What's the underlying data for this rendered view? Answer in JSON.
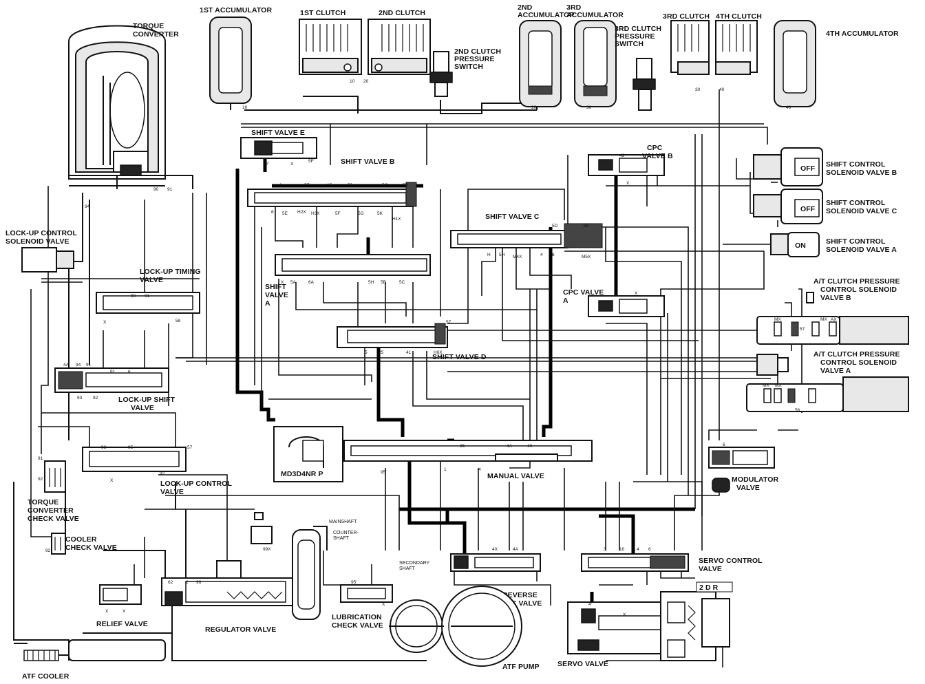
{
  "labels": {
    "torque_converter": [
      "TORQUE",
      "CONVERTER"
    ],
    "first_accumulator": "1ST ACCUMULATOR",
    "first_clutch": "1ST CLUTCH",
    "second_clutch": "2ND CLUTCH",
    "second_clutch_pressure_switch": [
      "2ND CLUTCH",
      "PRESSURE",
      "SWITCH"
    ],
    "second_accumulator": [
      "2ND",
      "ACCUMULATOR"
    ],
    "third_accumulator": [
      "3RD",
      "ACCUMULATOR"
    ],
    "third_clutch_pressure_switch": [
      "3RD CLUTCH",
      "PRESSURE",
      "SWITCH"
    ],
    "third_clutch": "3RD CLUTCH",
    "fourth_clutch": "4TH CLUTCH",
    "fourth_accumulator": "4TH ACCUMULATOR",
    "shift_valve_e": "SHIFT VALVE E",
    "shift_valve_b": "SHIFT VALVE B",
    "cpc_valve_b": [
      "CPC",
      "VALVE B"
    ],
    "shift_control_solenoid_b": [
      "SHIFT CONTROL",
      "SOLENOID VALVE B"
    ],
    "shift_control_solenoid_c": [
      "SHIFT CONTROL",
      "SOLENOID VALVE C"
    ],
    "shift_control_solenoid_a": [
      "SHIFT CONTROL",
      "SOLENOID VALVE A"
    ],
    "shift_valve_c": "SHIFT VALVE C",
    "lockup_control_solenoid": [
      "LOCK-UP CONTROL",
      "SOLENOID VALVE"
    ],
    "lockup_timing_valve": [
      "LOCK-UP TIMING",
      "VALVE"
    ],
    "shift_valve_a": [
      "SHIFT",
      "VALVE",
      "A"
    ],
    "cpc_valve_a": [
      "CPC VALVE",
      "A"
    ],
    "at_clutch_solenoid_b": [
      "A/T CLUTCH PRESSURE",
      "CONTROL SOLENOID",
      "VALVE B"
    ],
    "at_clutch_solenoid_a": [
      "A/T CLUTCH PRESSURE",
      "CONTROL SOLENOID",
      "VALVE A"
    ],
    "shift_valve_d": "SHIFT VALVE D",
    "lockup_shift_valve": [
      "LOCK-UP SHIFT",
      "VALVE"
    ],
    "manual_valve": "MANUAL VALVE",
    "modulator_valve": [
      "MODULATOR",
      "VALVE"
    ],
    "lockup_control_valve": [
      "LOCK-UP CONTROL",
      "VALVE"
    ],
    "torque_converter_check_valve": [
      "TORQUE",
      "CONVERTER",
      "CHECK VALVE"
    ],
    "cooler_check_valve": [
      "COOLER",
      "CHECK VALVE"
    ],
    "mainshaft": "MAINSHAFT",
    "countershaft": [
      "COUNTER-",
      "SHAFT"
    ],
    "secondary_shaft": [
      "SECONDARY",
      "SHAFT"
    ],
    "servo_control_valve": [
      "SERVO CONTROL",
      "VALVE"
    ],
    "reverse_cpc_valve": [
      "REVERSE",
      "CPC VALVE"
    ],
    "relief_valve": "RELIEF VALVE",
    "regulator_valve": "REGULATOR VALVE",
    "lubrication_check_valve": [
      "LUBRICATION",
      "CHECK VALVE"
    ],
    "atf_pump": "ATF PUMP",
    "servo_valve": "SERVO VALVE",
    "atf_cooler": "ATF COOLER"
  },
  "solenoid_states": {
    "b": "OFF",
    "c": "OFF",
    "a": "ON"
  },
  "gear_indicator": "MD3D4NR P",
  "servo_indicator": "2 D R",
  "port_codes": {
    "accumulator_1": "10",
    "accumulator_2": "20",
    "accumulator_3": "30",
    "accumulator_4": "40",
    "clutch_1": "10",
    "clutch_2": "20",
    "clutch_3": "30",
    "clutch_4": "40",
    "tc_90": "90",
    "tc_91": "91",
    "tc_94": "94",
    "sve_5e": "5E'",
    "sve_x": "X",
    "sve_5f": "5F'",
    "svb_4": "4",
    "svb_5e": "5E",
    "svb_5f": "5F",
    "svb_5g": "5G",
    "svb_5b": "5B",
    "svb_h2x": "H2X",
    "svb_h3x": "H3X",
    "svb_h1x": "H1X",
    "svb_5c": "5C",
    "svb_5a": "5A",
    "svb_5k": "5K",
    "svb_15": "15",
    "svb_50": "50",
    "svb_6": "6",
    "svc_h": "H",
    "svc_5h": "5H",
    "svc_m4x": "M4X",
    "svc_5d": "5D",
    "svc_4": "4",
    "svc_56": "56",
    "svc_6": "6",
    "svc_m5x": "M5X",
    "cpcb_49": "49",
    "cpcb_x": "X",
    "sva_5a": "5A",
    "sva_6a": "6A",
    "sva_5h": "5H",
    "sva_5b": "5B",
    "sva_x": "X",
    "sva_5c": "5C",
    "cpca_x": "X",
    "svd_57": "57",
    "svd_41": "41",
    "svd_25": "25",
    "svd_5": "5",
    "svd_h6x": "H6X",
    "lut_90": "90",
    "lut_91": "91",
    "lut_58": "58",
    "lut_x": "X",
    "lus_4a": "4A",
    "lus_94": "94",
    "lus_91": "91",
    "lus_93": "93",
    "lus_92": "92",
    "lus_6": "6",
    "luc_98": "98",
    "luc_95": "95",
    "luc_92": "92",
    "luc_57": "57",
    "luc_x": "X",
    "mv_25": "25",
    "mv_4a": "4A",
    "mv_40": "40",
    "mv_1": "1",
    "mv_95": "95'",
    "mv_4": "4",
    "reg_62": "62",
    "reg_2": "2",
    "reg_96": "96",
    "lub_95": "95'",
    "lub_x": "X",
    "mainshaft_x": "99X",
    "rev_4a": "4A",
    "rev_4x": "4X",
    "svo_3": "3",
    "svo_10": "10",
    "svo_4": "4",
    "svo_6": "6",
    "servo_4": "4'",
    "servo_x": "X",
    "mod_6": "6",
    "sol_57": "57",
    "sol_56": "56",
    "sol_mx": "MX",
    "sol_ax": "AX",
    "tcc_91": "91",
    "tcc_92": "92",
    "cool_92": "92",
    "relief_x": "X"
  }
}
